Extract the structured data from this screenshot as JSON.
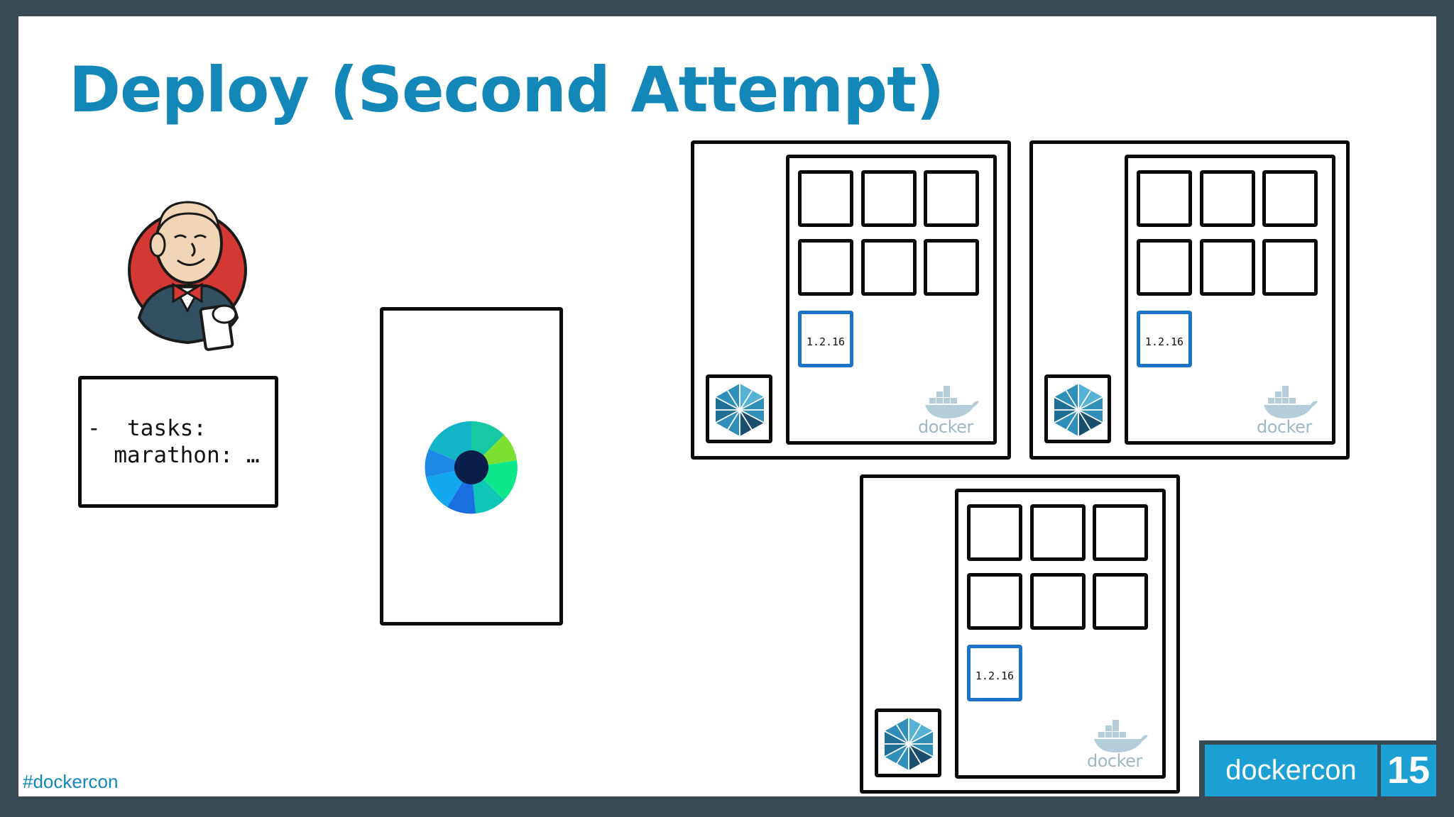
{
  "slide": {
    "title": "Deploy (Second Attempt)",
    "code_lines": [
      "-  tasks:",
      "  marathon: …"
    ],
    "hashtag": "#dockercon",
    "brand": {
      "name": "dockercon",
      "year": "15"
    }
  },
  "icons": {
    "ci_mascot": "jenkins-butler-icon",
    "scheduler": "color-wheel-icon",
    "host_agent": "hexagon-cube-icon",
    "engine": "docker-whale-icon"
  },
  "hosts": [
    {
      "version_tag": "1.2.16",
      "engine_label": "docker"
    },
    {
      "version_tag": "1.2.16",
      "engine_label": "docker"
    },
    {
      "version_tag": "1.2.16",
      "engine_label": "docker"
    }
  ],
  "colors": {
    "title": "#1287b8",
    "frame": "#3a4a55",
    "brand": "#1ca0d4",
    "version_border": "#1c74c8"
  }
}
